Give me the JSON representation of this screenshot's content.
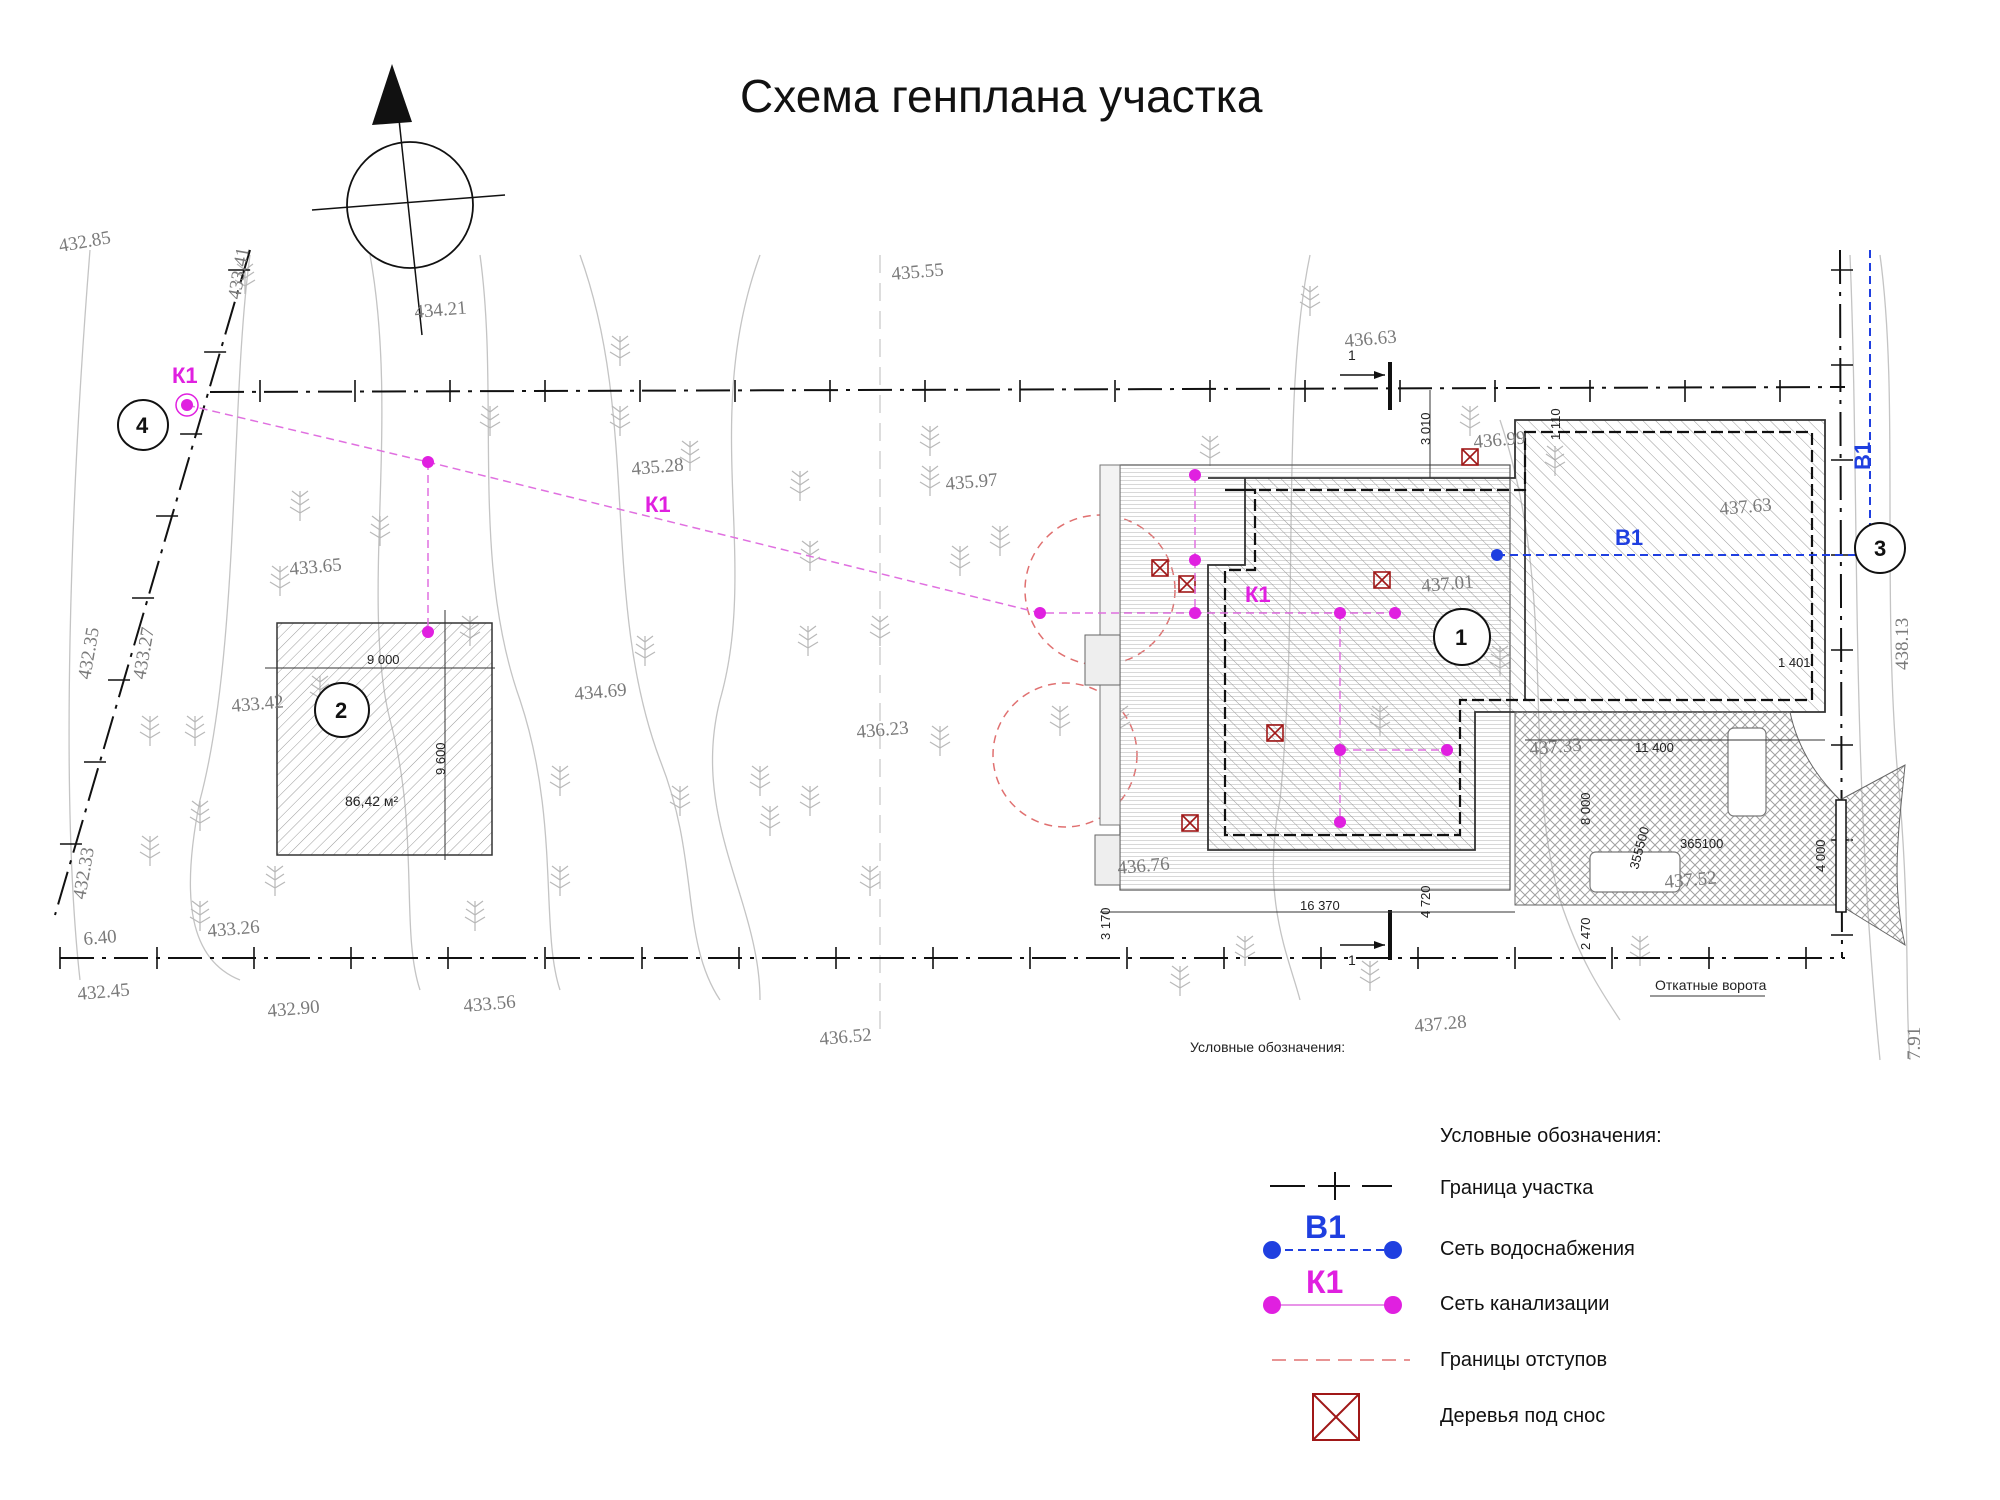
{
  "title": "Схема генплана участка",
  "elevations": [
    "432.85",
    "433.41",
    "434.21",
    "435.55",
    "436.63",
    "435.28",
    "435.97",
    "436.99",
    "437.63",
    "433.65",
    "437.01",
    "438.13",
    "432.35",
    "433.27",
    "433.42",
    "434.69",
    "436.23",
    "437.33",
    "432.33",
    "436.76",
    "437.52",
    "433.26",
    "6.40",
    "432.45",
    "432.90",
    "433.56",
    "436.52",
    "437.28",
    "7.91"
  ],
  "labels": {
    "building1": "1",
    "building2": "2",
    "point3": "3",
    "point4": "4",
    "area2": "86,42 м²",
    "gate": "Откатные ворота",
    "section_mark": "1",
    "legend_inline_title": "Условные обозначения:"
  },
  "networks": {
    "k1": "К1",
    "b1": "В1"
  },
  "dimensions": {
    "bld2_width": "9 000",
    "bld2_depth": "9 600",
    "d3010": "3 010",
    "d1110": "1 110",
    "d1401": "1 401",
    "d11400": "11 400",
    "d8000": "8 000",
    "d4000": "4 000",
    "d16370": "16 370",
    "d3170": "3 170",
    "d4720": "4 720",
    "d2470": "2 470",
    "d355500": "355500",
    "d365100": "365100"
  },
  "legend": {
    "title": "Условные обозначения:",
    "items": [
      {
        "label": "Граница участка",
        "icon": "boundary-line-icon"
      },
      {
        "tag": "В1",
        "label": "Сеть водоснабжения",
        "icon": "water-network-icon"
      },
      {
        "tag": "К1",
        "label": "Сеть канализации",
        "icon": "sewer-network-icon"
      },
      {
        "label": "Границы отступов",
        "icon": "setback-line-icon"
      },
      {
        "label": "Деревья под снос",
        "icon": "tree-removal-icon"
      }
    ]
  },
  "colors": {
    "sewer": "#e020e0",
    "water": "#1f3fe0",
    "setback": "#e07070",
    "tree_removal": "#a01818",
    "contour": "#b8b8b8",
    "elevation_text": "#7a7a7a"
  }
}
